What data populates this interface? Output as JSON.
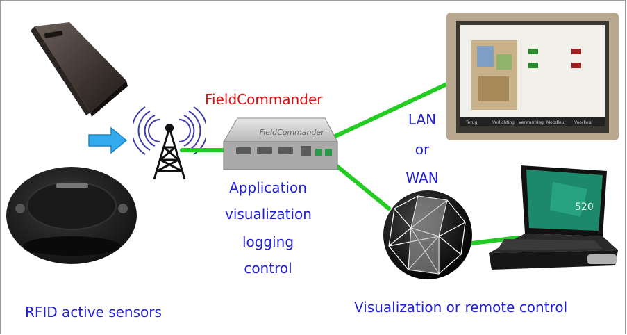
{
  "device_title": "FieldCommander",
  "device_description": [
    "Application",
    "visualization",
    "logging",
    "control"
  ],
  "network": [
    "LAN",
    "or",
    "WAN"
  ],
  "caption_left": "RFID active sensors",
  "caption_right": "Visualization or remote control",
  "colors": {
    "link": "#22cc22",
    "text_blue": "#1f1fd6",
    "title_red": "#e01010",
    "arrow": "#33aaee"
  },
  "icons": [
    "rfid-tag-icon",
    "rfid-sensor-icon",
    "arrow-right-icon",
    "antenna-tower-icon",
    "fieldcommander-device-icon",
    "touch-panel-icon",
    "network-globe-icon",
    "laptop-icon"
  ]
}
